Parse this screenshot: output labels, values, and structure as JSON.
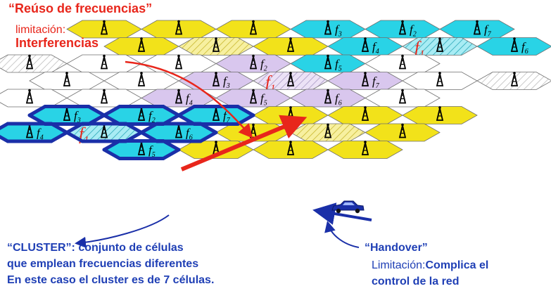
{
  "reuse": {
    "title": "“Reúso de frecuencias”",
    "limit_label": "limitación:",
    "limit_value": "Interferencias"
  },
  "cluster": {
    "line1": "“CLUSTER”: conjunto de células",
    "line2": "que emplean frecuencias diferentes",
    "line3": "En este caso el cluster es de 7 células."
  },
  "handover": {
    "title": "“Handover”",
    "limit_label": "Limitación:",
    "limit_value": "Complica el",
    "limit_value2": "control de la red"
  },
  "colors": {
    "yellow": "#f2e21a",
    "cyan": "#29d3e6",
    "lavender": "#d9c7ee",
    "white": "#ffffff",
    "hatched": "hatched",
    "cluster_border": "#1a2fa8",
    "arrow_red": "#e8261b",
    "arrow_blue": "#1a2fa8"
  },
  "cells": {
    "c_1_1": {
      "fill": "yellow",
      "antenna": true
    },
    "c_1_2": {
      "fill": "yellow",
      "antenna": true
    },
    "c_1_3": {
      "fill": "yellow",
      "antenna": true
    },
    "c_1_4": {
      "fill": "cyan",
      "antenna": true,
      "freq": "3"
    },
    "c_1_5": {
      "fill": "cyan",
      "antenna": true,
      "freq": "2"
    },
    "c_1_6": {
      "fill": "cyan",
      "antenna": true,
      "freq": "7"
    },
    "c_2_1": {
      "fill": "yellow",
      "antenna": true
    },
    "c_2_2": {
      "fill": "yellow",
      "pattern": "hatched",
      "antenna": true
    },
    "c_2_3": {
      "fill": "yellow",
      "antenna": true
    },
    "c_2_4": {
      "fill": "cyan",
      "antenna": true,
      "freq": "4"
    },
    "c_2_5": {
      "fill": "cyan",
      "pattern": "hatched",
      "antenna": true,
      "freq": "1",
      "big": true
    },
    "c_2_6": {
      "fill": "cyan",
      "antenna": true,
      "freq": "6"
    },
    "c_3_0": {
      "fill": "white",
      "pattern": "hatched",
      "antenna": true
    },
    "c_3_1": {
      "fill": "white",
      "antenna": true
    },
    "c_3_2": {
      "fill": "white",
      "antenna": true
    },
    "c_3_3": {
      "fill": "lavender",
      "antenna": true,
      "freq": "2"
    },
    "c_3_4": {
      "fill": "cyan",
      "antenna": true,
      "freq": "5"
    },
    "c_3_5": {
      "fill": "white",
      "antenna": true
    },
    "c_4_0": {
      "fill": "white",
      "antenna": true
    },
    "c_4_1": {
      "fill": "white",
      "antenna": true
    },
    "c_4_2": {
      "fill": "lavender",
      "antenna": true,
      "freq": "3"
    },
    "c_4_3": {
      "fill": "lavender",
      "pattern": "hatched",
      "antenna": true,
      "freq": "1",
      "big": true
    },
    "c_4_4": {
      "fill": "lavender",
      "antenna": true,
      "freq": "7"
    },
    "c_4_5": {
      "fill": "white",
      "antenna": true
    },
    "c_4_6": {
      "fill": "white",
      "pattern": "hatched",
      "antenna": true
    },
    "c_5_0": {
      "fill": "white",
      "antenna": true
    },
    "c_5_1": {
      "fill": "white",
      "antenna": true
    },
    "c_5_2": {
      "fill": "lavender",
      "antenna": true,
      "freq": "4"
    },
    "c_5_3": {
      "fill": "lavender",
      "antenna": true,
      "freq": "5"
    },
    "c_5_4": {
      "fill": "lavender",
      "antenna": true,
      "freq": "6"
    },
    "c_5_5": {
      "fill": "white",
      "antenna": true
    },
    "c_6_0": {
      "fill": "cyan",
      "antenna": true,
      "freq": "3"
    },
    "c_6_1": {
      "fill": "cyan",
      "antenna": true,
      "freq": "2"
    },
    "c_6_2": {
      "fill": "cyan",
      "antenna": true,
      "freq": "7"
    },
    "c_6_3": {
      "fill": "yellow",
      "antenna": true
    },
    "c_6_4": {
      "fill": "yellow",
      "antenna": true
    },
    "c_6_5": {
      "fill": "yellow",
      "antenna": true
    },
    "c_7_0": {
      "fill": "cyan",
      "antenna": true,
      "freq": "4"
    },
    "c_7_1": {
      "fill": "cyan",
      "pattern": "hatched",
      "antenna": true,
      "freq": "1",
      "big": true
    },
    "c_7_2": {
      "fill": "cyan",
      "antenna": true,
      "freq": "6"
    },
    "c_7_3": {
      "fill": "yellow",
      "antenna": true
    },
    "c_7_4": {
      "fill": "yellow",
      "pattern": "hatched",
      "antenna": true
    },
    "c_7_5": {
      "fill": "yellow",
      "antenna": true
    },
    "c_8_1": {
      "fill": "cyan",
      "antenna": true,
      "freq": "5"
    },
    "c_8_2": {
      "fill": "yellow",
      "antenna": true
    },
    "c_8_3": {
      "fill": "yellow",
      "antenna": true
    },
    "c_8_4": {
      "fill": "yellow",
      "antenna": true
    }
  }
}
